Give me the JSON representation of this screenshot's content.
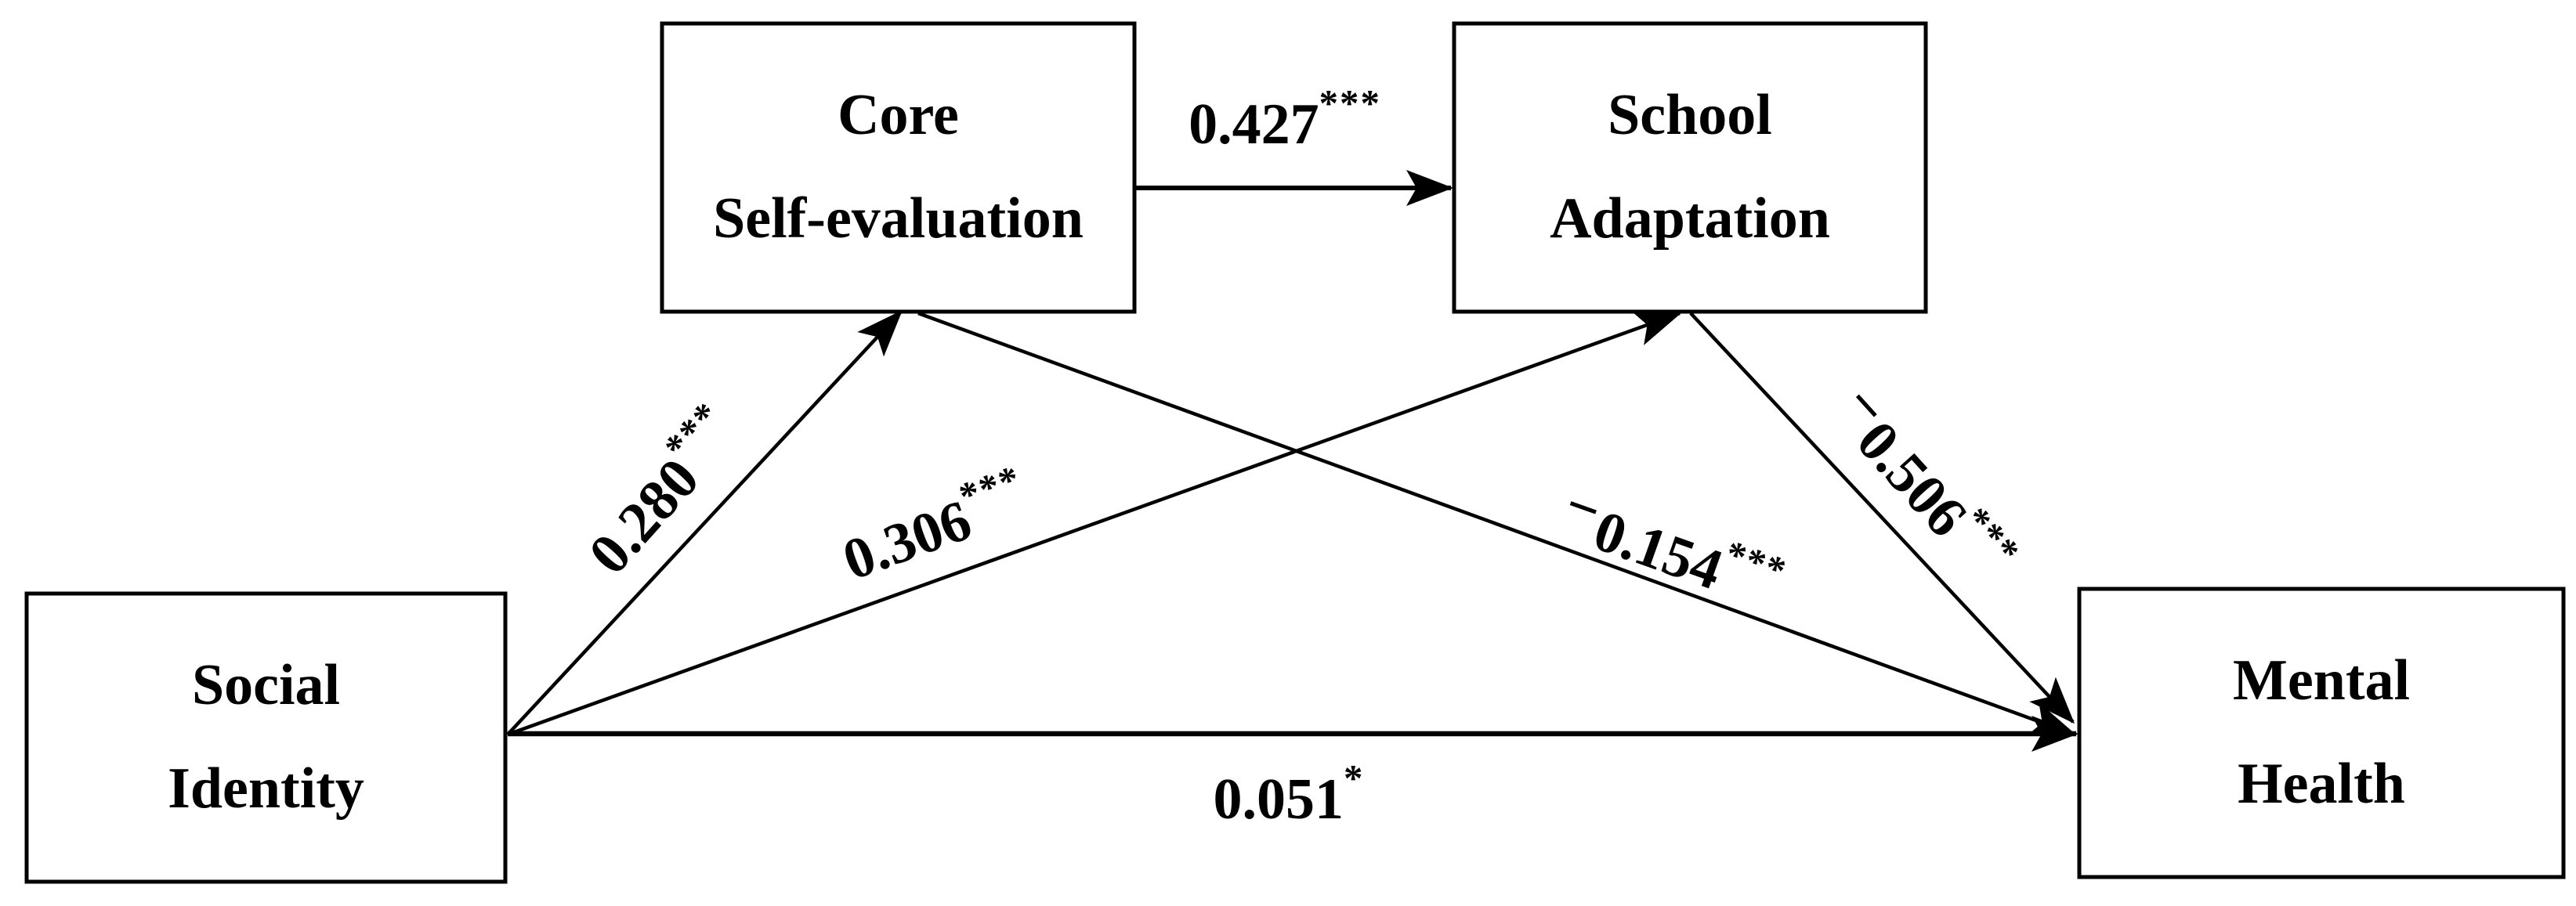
{
  "diagram": {
    "title": "Mediation path model",
    "background_color": "#ffffff",
    "ink_color": "#000000",
    "nodes": [
      {
        "id": "core_self_evaluation",
        "label": "Core\nSelf-evaluation"
      },
      {
        "id": "school_adaptation",
        "label": "School\nAdaptation"
      },
      {
        "id": "social_identity",
        "label": "Social\nIdentity"
      },
      {
        "id": "mental_health",
        "label": "Mental\nHealth"
      }
    ],
    "paths": [
      {
        "id": "cse_to_sa",
        "from": "core_self_evaluation",
        "to": "school_adaptation",
        "sign": "",
        "value": "0.427",
        "stars": "***"
      },
      {
        "id": "si_to_cse",
        "from": "social_identity",
        "to": "core_self_evaluation",
        "sign": "",
        "value": "0.280",
        "stars": "***"
      },
      {
        "id": "si_to_sa",
        "from": "social_identity",
        "to": "school_adaptation",
        "sign": "",
        "value": "0.306",
        "stars": "***"
      },
      {
        "id": "cse_to_mh",
        "from": "core_self_evaluation",
        "to": "mental_health",
        "sign": "−",
        "value": "0.154",
        "stars": "***"
      },
      {
        "id": "sa_to_mh",
        "from": "school_adaptation",
        "to": "mental_health",
        "sign": "−",
        "value": "0.506",
        "stars": "***"
      },
      {
        "id": "si_to_mh",
        "from": "social_identity",
        "to": "mental_health",
        "sign": "",
        "value": "0.051",
        "stars": "*"
      }
    ]
  }
}
